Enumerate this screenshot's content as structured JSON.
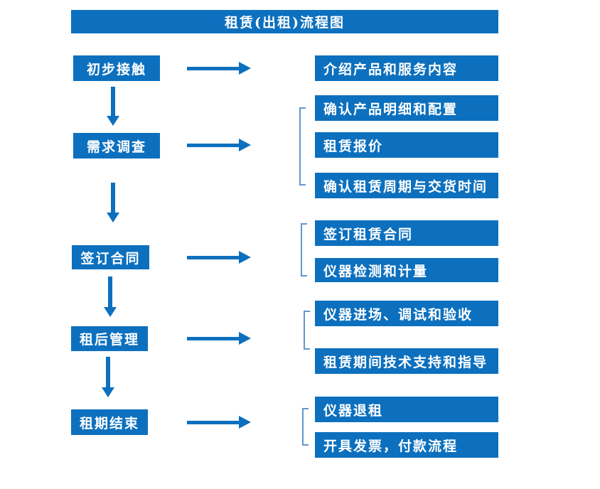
{
  "title": "租赁(出租)流程图",
  "colors": {
    "primary": "#0c70be",
    "bracket": "#6496ce",
    "text": "#ffffff",
    "background": "#ffffff"
  },
  "steps": [
    {
      "label": "初步接触",
      "details": [
        "介绍产品和服务内容"
      ]
    },
    {
      "label": "需求调查",
      "details": [
        "确认产品明细和配置",
        "租赁报价",
        "确认租赁周期与交货时间"
      ]
    },
    {
      "label": "签订合同",
      "details": [
        "签订租赁合同",
        "仪器检测和计量"
      ]
    },
    {
      "label": "租后管理",
      "details": [
        "仪器进场、调试和验收",
        "租赁期间技术支持和指导"
      ]
    },
    {
      "label": "租期结束",
      "details": [
        "仪器退租",
        "开具发票，付款流程"
      ]
    }
  ]
}
